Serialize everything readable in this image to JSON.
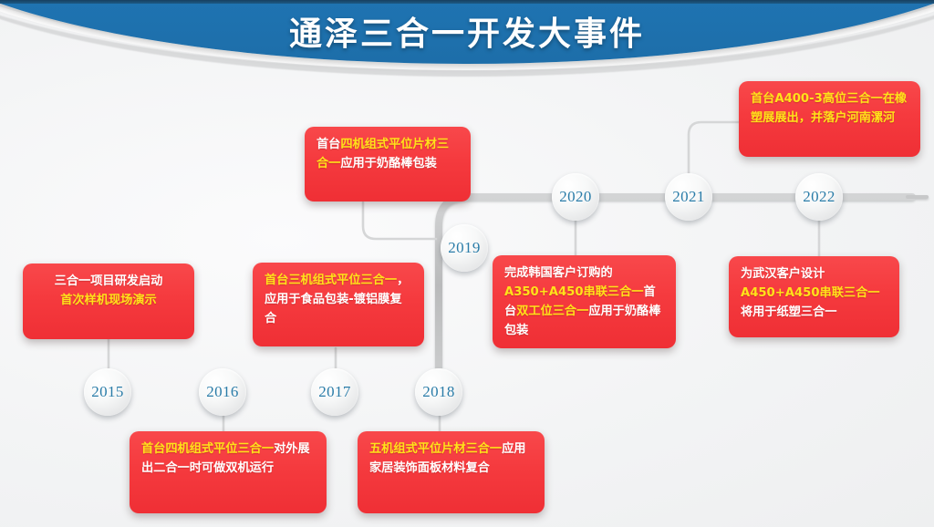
{
  "banner": {
    "title": "通泽三合一开发大事件",
    "blue": "#2179bb",
    "title_color": "#ffffff"
  },
  "theme": {
    "background": "#f4f5f6",
    "card_red": "#f53a3e",
    "highlight_yellow": "#ffe21a",
    "year_text": "#2a7ca8"
  },
  "timeline": {
    "years": [
      {
        "label": "2015",
        "track": "lower"
      },
      {
        "label": "2016",
        "track": "lower"
      },
      {
        "label": "2017",
        "track": "lower"
      },
      {
        "label": "2018",
        "track": "lower"
      },
      {
        "label": "2019",
        "track": "riser"
      },
      {
        "label": "2020",
        "track": "upper"
      },
      {
        "label": "2021",
        "track": "upper"
      },
      {
        "label": "2022",
        "track": "upper"
      }
    ],
    "events": [
      {
        "year": "2015",
        "position": "above",
        "lines": [
          {
            "text": "三合一项目研发启动",
            "color": "white"
          },
          {
            "text": "首次样机现场演示",
            "color": "yellow"
          }
        ]
      },
      {
        "year": "2016",
        "position": "below",
        "lines": [
          {
            "text": "首台",
            "color": "yellow"
          },
          {
            "text": "四机组式平位三合一",
            "color": "yellow"
          },
          {
            "text": "对外展出二合一时可做双机运行",
            "color": "white"
          }
        ],
        "run1": "首台",
        "run2": "四机组式平位三合一",
        "run3": "对外展出二合一时可做双机运行"
      },
      {
        "year": "2017",
        "position": "above",
        "run1": "首台",
        "run2": "三机组式平位三合一",
        "run3": "，应用于食品包装-镀铝膜复合"
      },
      {
        "year": "2018",
        "position": "below",
        "run1": "五机组式平位片材三合一",
        "run2": "应用家居装饰面板材料复合"
      },
      {
        "year": "2019",
        "position": "above",
        "run1": "首台",
        "run2": "四机组式平位片材三合一",
        "run3": "应用于奶酪棒包装"
      },
      {
        "year": "2020",
        "position": "below",
        "run1": "完成韩国客户订购的",
        "run2": "A350+A450串联三合一",
        "run3": "首台",
        "run4": "双工位三合一",
        "run5": "应用于奶酪棒包装"
      },
      {
        "year": "2021",
        "position": "above",
        "run1": "首台A400-3高位三合一",
        "run2": "在橡塑展展出，并落户河",
        "run3": "南漯河"
      },
      {
        "year": "2022",
        "position": "below",
        "run1": "为武汉客户设计",
        "run2": "A450+A450串联三合一",
        "run3": "将用于纸塑三合一"
      }
    ]
  }
}
